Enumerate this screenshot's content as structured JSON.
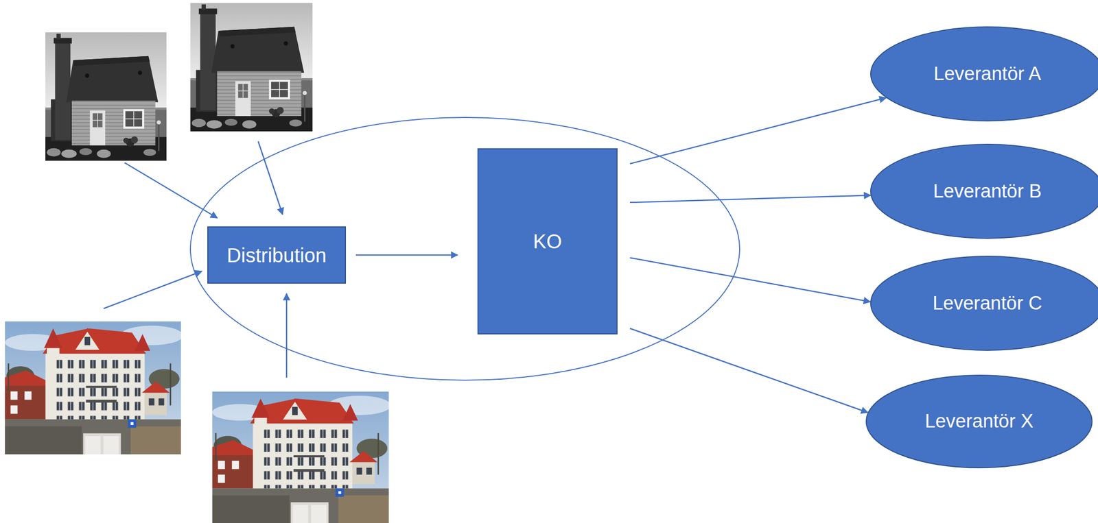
{
  "diagram": {
    "nodes": [
      {
        "text": [
          "Distribution"
        ]
      },
      {
        "text": [
          "KO"
        ]
      },
      {
        "text": [
          "Leverantör A"
        ]
      },
      {
        "text": [
          "Leverantör B"
        ]
      },
      {
        "text": [
          "Leverantör C"
        ]
      },
      {
        "text": [
          "Leverantör X"
        ]
      }
    ],
    "edges": [
      {
        "from": 0,
        "to": 1,
        "arrow": "to"
      },
      {
        "from": 1,
        "to": 2,
        "arrow": "to"
      },
      {
        "from": 1,
        "to": 3,
        "arrow": "to"
      },
      {
        "from": 1,
        "to": 4,
        "arrow": "to"
      },
      {
        "from": 1,
        "to": 5,
        "arrow": "to"
      }
    ]
  }
}
